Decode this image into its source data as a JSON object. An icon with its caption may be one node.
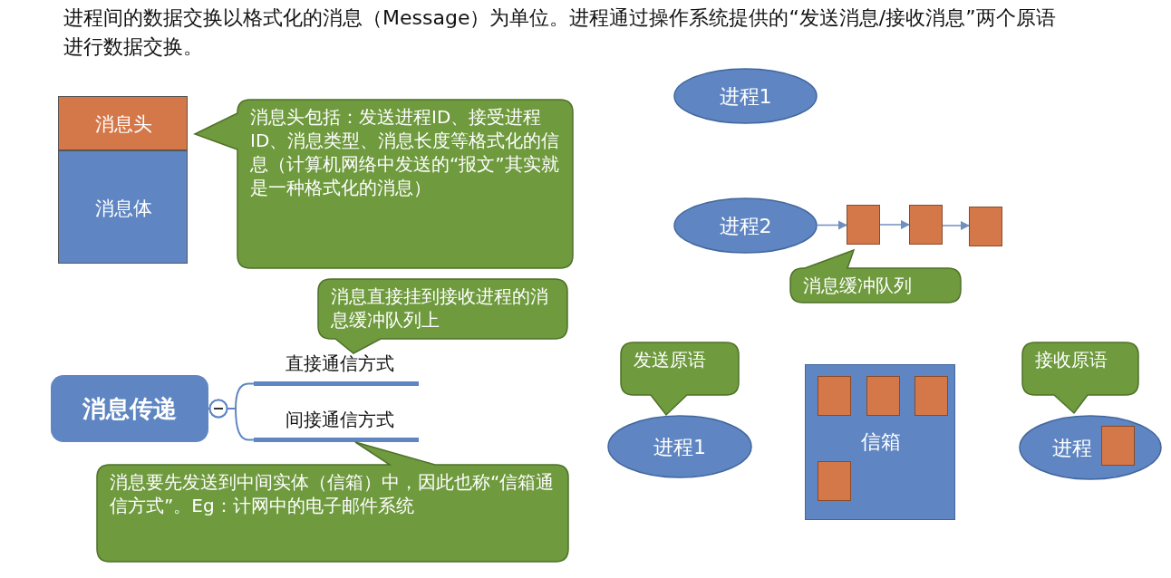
{
  "diagram": {
    "title": "进程间的数据交换以格式化的消息（Message）为单位。进程通过操作系统提供的“发送消息/接收消息”两个原语进行数据交换。",
    "nodes": [
      {
        "text": [
          "消息头"
        ]
      },
      {
        "text": [
          "消息体"
        ]
      },
      {
        "text": [
          "消息头包括：发送进程ID、接受进程ID、消息类型、消息长度等格式化的信息（计算机网络中发送的“报文”其实就是一种格式化的消息）"
        ]
      },
      {
        "text": [
          "进程1"
        ]
      },
      {
        "text": [
          "进程2"
        ]
      },
      {
        "text": [],
        "shape": "box"
      },
      {
        "text": [],
        "shape": "box"
      },
      {
        "text": [],
        "shape": "box"
      },
      {
        "text": [
          "消息缓冲队列"
        ]
      },
      {
        "text": [
          "消息直接挂到接收进程的消息缓冲队列上"
        ]
      },
      {
        "text": [
          "消息传递"
        ]
      },
      {
        "text": [
          "直接通信方式"
        ]
      },
      {
        "text": [
          "间接通信方式"
        ]
      },
      {
        "text": [
          "消息要先发送到中间实体（信箱）中，因此也称“信箱通信方式”。Eg：计网中的电子邮件系统"
        ]
      },
      {
        "text": [
          "发送原语"
        ]
      },
      {
        "text": [
          "进程1"
        ]
      },
      {
        "text": [
          "信箱"
        ]
      },
      {
        "text": [],
        "shape": "box",
        "in": 16
      },
      {
        "text": [],
        "shape": "box",
        "in": 16
      },
      {
        "text": [],
        "shape": "box",
        "in": 16
      },
      {
        "text": [],
        "shape": "box",
        "in": 16
      },
      {
        "text": [
          "接收原语"
        ]
      },
      {
        "text": [
          "进程"
        ]
      },
      {
        "text": [],
        "shape": "box",
        "in": 22
      }
    ],
    "edges": [
      {
        "from": 4,
        "to": 5,
        "arrow": "to"
      },
      {
        "from": 5,
        "to": 6,
        "arrow": "to"
      },
      {
        "from": 6,
        "to": 7,
        "arrow": "to"
      },
      {
        "from": 10,
        "to": 11,
        "arrow": "other"
      },
      {
        "from": 10,
        "to": 12,
        "arrow": "other"
      }
    ]
  }
}
